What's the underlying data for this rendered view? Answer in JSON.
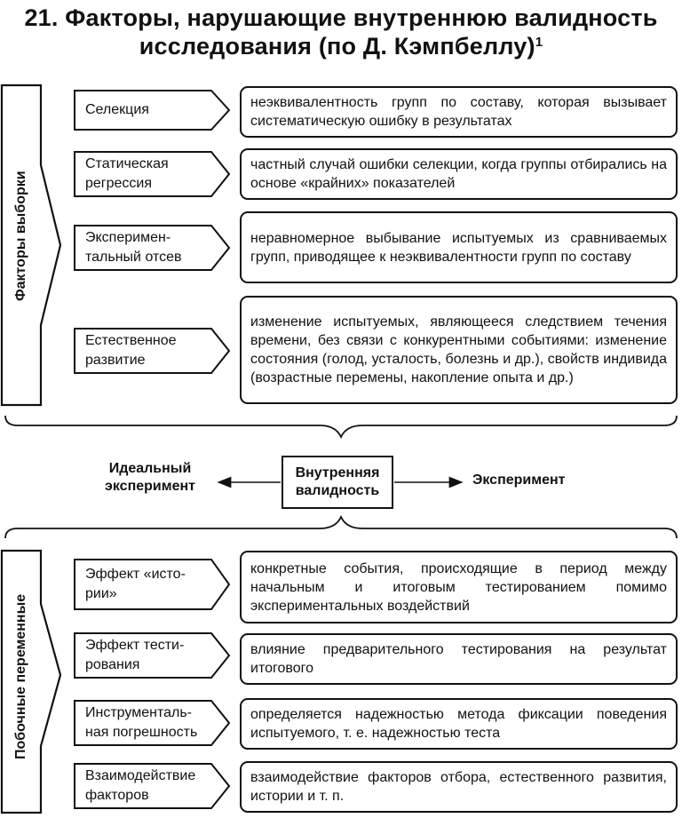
{
  "title": {
    "line1": "21. Факторы, нарушающие внутреннюю валидность",
    "line2": "исследования (по Д. Кэмпбеллу)",
    "footnote": "1"
  },
  "group_sampling": {
    "label": "Факторы выборки",
    "items": [
      {
        "factor": "Селекция",
        "description": "неэквивалентность групп по составу, которая вызывает систематическую ошибку в результатах"
      },
      {
        "factor": "Статическая регрессия",
        "description": "частный случай ошибки селекции, когда группы отбирались на основе «крайних» показателей"
      },
      {
        "factor": "Эксперимен-тальный отсев",
        "description": "неравномерное выбывание испытуемых из сравниваемых групп, приводящее к неэквивалентности групп по составу"
      },
      {
        "factor": "Естественное развитие",
        "description": "изменение испытуемых, являющееся следствием течения времени, без связи с конкурентными событиями: изменение состояния (голод, усталость, болезнь и др.), свойств индивида (возрастные перемены, накопление опыта и др.)"
      }
    ]
  },
  "center": {
    "left_label": "Идеальный эксперимент",
    "box_label": "Внутренняя валидность",
    "right_label": "Эксперимент"
  },
  "group_side": {
    "label": "Побочные переменные",
    "items": [
      {
        "factor": "Эффект «исто-рии»",
        "description": "конкретные события, происходящие в период между начальным и итоговым тестированием помимо экспериментальных воздействий"
      },
      {
        "factor": "Эффект тести-рования",
        "description": "влияние предварительного тестирования на результат итогового"
      },
      {
        "factor": "Инструменталь-ная погрешность",
        "description": "определяется надежностью метода фиксации поведения испытуемого, т. е. надежностью теста"
      },
      {
        "factor": "Взаимодействие факторов",
        "description": "взаимодействие факторов отбора, естественного развития, истории и т. п."
      }
    ]
  }
}
